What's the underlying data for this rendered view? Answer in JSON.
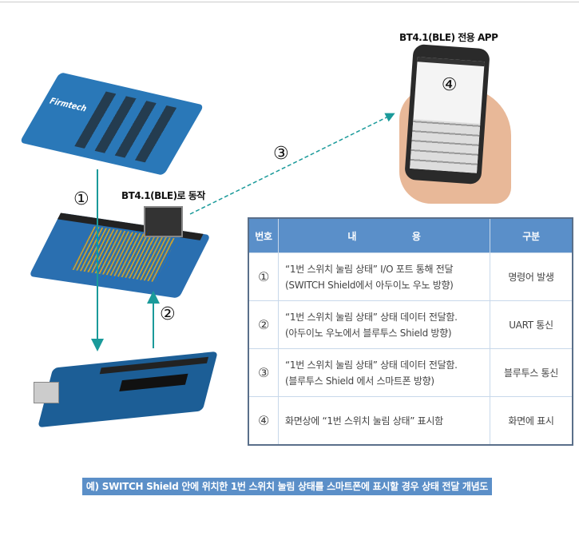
{
  "labels": {
    "app_title": "BT4.1(BLE) 전용 APP",
    "ble_label": "BT4.1(BLE)로 동작",
    "step1": "①",
    "step2": "②",
    "step3": "③",
    "phone_step": "④",
    "brand": "Firmtech"
  },
  "table": {
    "headers": [
      "번호",
      "내                  용",
      "구분"
    ],
    "rows": [
      {
        "no": "①",
        "line1": "“1번 스위치 눌림 상태”  I/O 포트 통해 전달",
        "line2": "(SWITCH Shield에서 아두이노 우노 방향)",
        "type": "명령어 발생"
      },
      {
        "no": "②",
        "line1": "“1번 스위치 눌림 상태”  상태 데이터 전달함.",
        "line2": "(아두이노 우노에서 블루투스 Shield 방향)",
        "type": "UART 통신"
      },
      {
        "no": "③",
        "line1": "“1번 스위치 눌림 상태”  상태 데이터 전달함.",
        "line2": "(블루투스 Shield 에서 스마트폰 방향)",
        "type": "블루투스 통신"
      },
      {
        "no": "④",
        "line1": "화면상에  “1번 스위치 눌림 상태”  표시함",
        "line2": "",
        "type": "화면에 표시"
      }
    ]
  },
  "caption": "예) SWITCH Shield 안에 위치한 1번 스위치 눌림 상태를 스마트폰에 표시할 경우 상태 전달 개념도",
  "colors": {
    "arrow": "#1a9a9a",
    "header": "#5a8fc9",
    "caption": "#5b8fc8"
  }
}
